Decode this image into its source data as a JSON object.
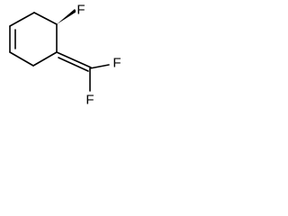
{
  "molecule": {
    "atoms": [
      {
        "id": "f_ring",
        "label": "F"
      },
      {
        "id": "f_right",
        "label": "F"
      },
      {
        "id": "f_bottom",
        "label": "F"
      }
    ]
  },
  "colors": {
    "bond": "#000000",
    "label": "#000000",
    "background": "#ffffff"
  }
}
